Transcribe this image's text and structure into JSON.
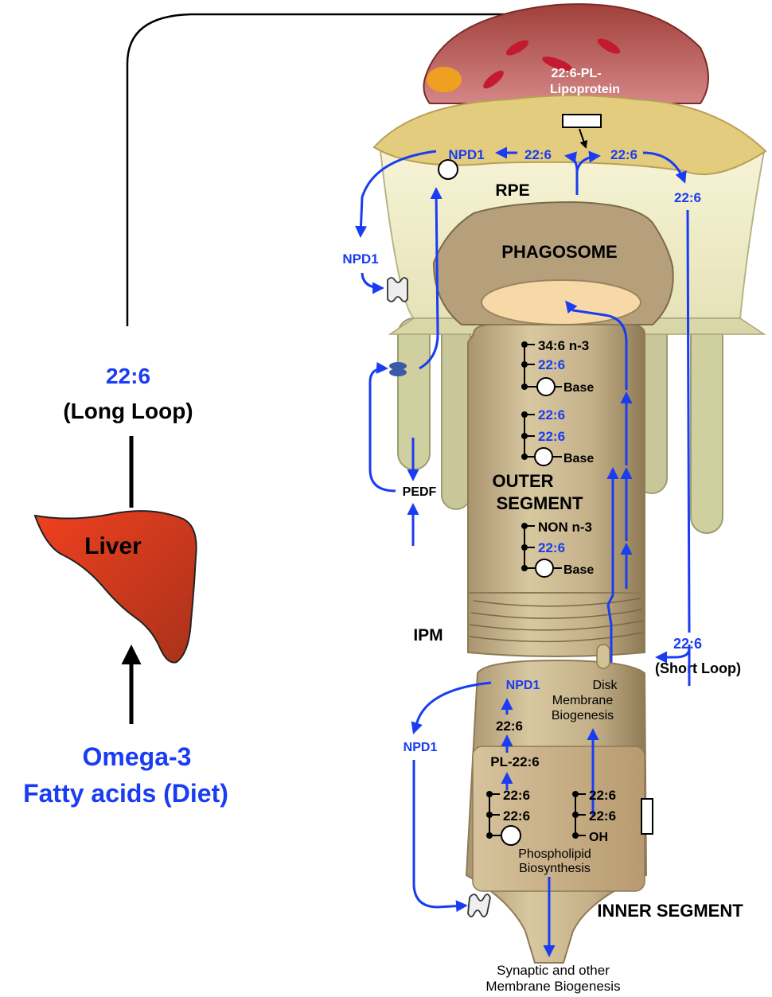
{
  "colors": {
    "blue": "#1a3cf2",
    "black": "#000000",
    "liver": "#d9361a",
    "tan": "#c8b48a",
    "tan_dark": "#9e8a62",
    "rpe_top": "#b2403f",
    "rpe_fill": "#f3f1cf"
  },
  "left": {
    "long_loop_value": "22:6",
    "long_loop_label": "(Long Loop)",
    "liver": "Liver",
    "omega_line1": "Omega-3",
    "omega_line2": "Fatty acids (Diet)"
  },
  "rpe": {
    "lipoprotein_line1": "22:6-PL-",
    "lipoprotein_line2": "Lipoprotein",
    "npd1_top": "NPD1",
    "v_left": "22:6",
    "v_right": "22:6",
    "v_right_down": "22:6",
    "label": "RPE",
    "npd1_side": "NPD1",
    "phagosome": "PHAGOSOME",
    "pedf": "PEDF"
  },
  "outer_segment": {
    "group1": [
      "34:6 n-3",
      "22:6",
      "Base"
    ],
    "group2": [
      "22:6",
      "22:6",
      "Base"
    ],
    "label_line1": "OUTER",
    "label_line2": "SEGMENT",
    "group3": [
      "NON n-3",
      "22:6",
      "Base"
    ],
    "ipm": "IPM"
  },
  "short_loop": {
    "value": "22:6",
    "label": "(Short Loop)"
  },
  "inner_segment": {
    "npd1_top": "NPD1",
    "disk_line1": "Disk",
    "disk_line2": "Membrane",
    "disk_line3": "Biogenesis",
    "npd1_left": "NPD1",
    "v_226": "22:6",
    "pl_226": "PL-22:6",
    "left_chain": [
      "22:6",
      "22:6"
    ],
    "right_chain": [
      "22:6",
      "22:6",
      "OH"
    ],
    "pl_bio_line1": "Phospholipid",
    "pl_bio_line2": "Biosynthesis",
    "label": "INNER SEGMENT",
    "synaptic_line1": "Synaptic and other",
    "synaptic_line2": "Membrane Biogenesis"
  }
}
